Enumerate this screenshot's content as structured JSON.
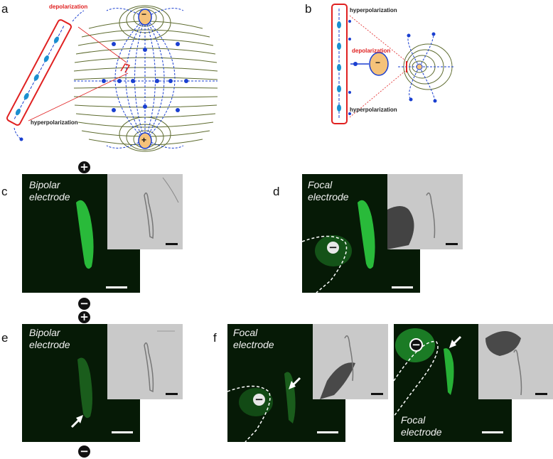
{
  "panels": {
    "a": {
      "label": "a",
      "depol": "depolarization",
      "hyperpol": "hyperpolarization",
      "cell_plus": "+",
      "cell_minus": "−"
    },
    "b": {
      "label": "b",
      "hyper_top": "hyperpolarization",
      "depol": "depolarization",
      "hyper_bottom": "hyperpolarization",
      "cell_minus": "−"
    },
    "c": {
      "label": "c",
      "caption_1": "Bipolar",
      "caption_2": "electrode",
      "top_symbol": "+",
      "bottom_symbol": "−"
    },
    "d": {
      "label": "d",
      "caption_1": "Focal",
      "caption_2": "electrode",
      "electrode_symbol": "−"
    },
    "e": {
      "label": "e",
      "caption_1": "Bipolar",
      "caption_2": "electrode",
      "top_symbol": "+",
      "bottom_symbol": "−"
    },
    "f": {
      "label": "f",
      "left_caption_1": "Focal",
      "left_caption_2": "electrode",
      "right_caption_1": "Focal",
      "right_caption_2": "electrode",
      "electrode_symbol": "−"
    }
  },
  "colors": {
    "membrane_red": "#e02020",
    "cell_orange": "#f5c27a",
    "field_line": "#5d6b2e",
    "arrow_blue": "#1a3fd0",
    "fluorescence": "#2ecc40"
  }
}
